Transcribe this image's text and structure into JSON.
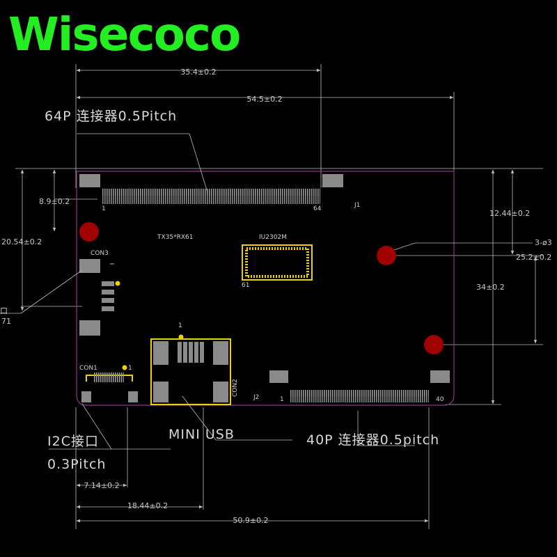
{
  "logo": "Wisecoco",
  "colors": {
    "logo": "#22ee22",
    "board_outline": "#8a3a8a",
    "hole": "#a00000",
    "highlight": "#f0d000",
    "pad": "#8a8a8a",
    "dim_line": "#bdbdbd"
  },
  "dimensions": {
    "top_inner_width": "35.4±0.2",
    "top_total_width": "54.5±0.2",
    "left_pin1_offset": "8.9±0.2",
    "left_hole_offset": "20.54±0.2",
    "left_partial_suffix": "71",
    "right_hole_offset": "12.44±0.2",
    "right_hole_pitch": "25.2±0.2",
    "right_hole_spec": "3-ø3",
    "right_height": "34±0.2",
    "bottom_i2c_offset": "7.14±0.2",
    "bottom_usb_offset": "18.44±0.2",
    "bottom_total_width": "50.9±0.2"
  },
  "callouts": {
    "connector_64p": "64P 连接器0.5Pitch",
    "mini_usb": "MINI USB",
    "connector_40p": "40P 连接器0.5pitch",
    "i2c_line1": "I2C接口",
    "i2c_line2": "0.3Pitch",
    "left_partial": "口"
  },
  "board_labels": {
    "j1": "J1",
    "j2": "J2",
    "con1": "CON1",
    "con2": "CON2",
    "con3": "CON3",
    "ic_name": "TX35*RX61",
    "chip_name": "IU2302M",
    "chip_pin": "61",
    "j1_pin_first": "1",
    "j1_pin_last": "64",
    "j2_pin_first": "1",
    "j2_pin_last": "40",
    "con1_pin": "1",
    "con2_pin": "1"
  }
}
